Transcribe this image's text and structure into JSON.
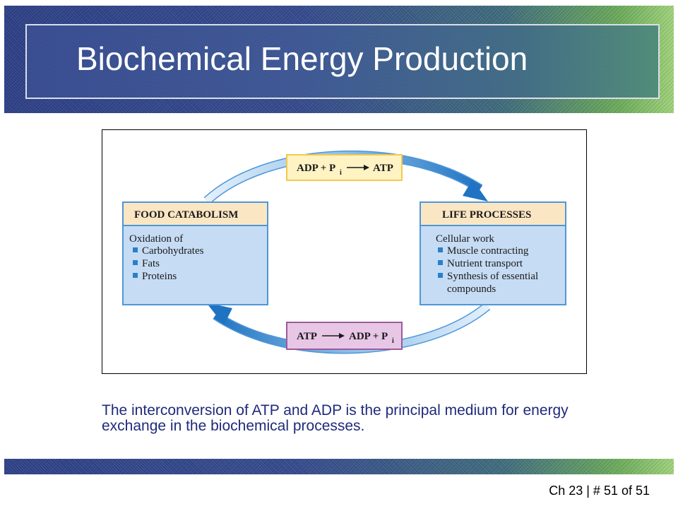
{
  "slide": {
    "title": "Biochemical Energy Production",
    "caption": "The interconversion of ATP and ADP is the principal medium for energy exchange in the biochemical processes.",
    "slide_number": "Ch 23 | # 51 of 51"
  },
  "diagram": {
    "top_equation": {
      "left": "ADP + P",
      "sub": "i",
      "right": "ATP"
    },
    "bottom_equation": {
      "left": "ATP",
      "right": "ADP + P",
      "sub": "i"
    },
    "food": {
      "title": "FOOD CATABOLISM",
      "intro": "Oxidation of",
      "items": [
        "Carbohydrates",
        "Fats",
        "Proteins"
      ]
    },
    "life": {
      "title": "LIFE PROCESSES",
      "intro": "Cellular work",
      "items": [
        "Muscle contracting",
        "Nutrient transport",
        "Synthesis of essential",
        "compounds"
      ]
    }
  },
  "colors": {
    "box_fill": "#c6dcf4",
    "box_header": "#fbe6c4",
    "box_border": "#4f97d6",
    "top_eq_fill": "#fff3c4",
    "top_eq_border": "#f2c94c",
    "bottom_eq_fill": "#e8c7e6",
    "bottom_eq_border": "#9b5c9c",
    "arrow_dark": "#2a7fc9",
    "arrow_light": "#d9ebfa"
  }
}
